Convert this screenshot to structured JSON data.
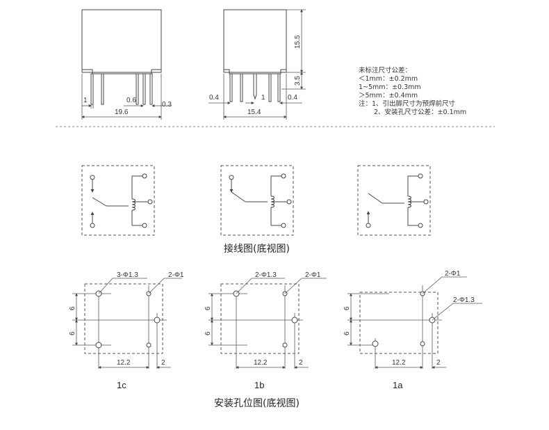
{
  "front_view": {
    "dim_pin_spacing": "1",
    "dim_pin_width": "0.6",
    "dim_pin_thickness": "0.3",
    "dim_length": "19.6"
  },
  "side_view": {
    "dim_body_height": "15.5",
    "dim_pin_length": "3.5",
    "dim_pin_left": "0.4",
    "dim_pin_center": "1",
    "dim_pin_right": "0.4",
    "dim_width": "15.4"
  },
  "tolerance_notes": {
    "title": "未标注尺寸公差：",
    "line1": "＜1mm：±0.2mm",
    "line2": "1~5mm：±0.3mm",
    "line3": "＞5mm：±0.4mm",
    "line4": "注：1、引出脚尺寸为预焊前尺寸",
    "line5": "2、安装孔尺寸公差：±0.1mm"
  },
  "wiring_caption": "接线图(底视图)",
  "mounting_caption": "安装孔位图(底视图)",
  "layouts": [
    {
      "name": "1c",
      "hole_label_a": "3-Φ1.3",
      "hole_label_b": "2-Φ1",
      "dim_v1": "6",
      "dim_v2": "6",
      "dim_h": "12.2",
      "dim_h2": "2"
    },
    {
      "name": "1b",
      "hole_label_a": "2-Φ1.3",
      "hole_label_b": "2-Φ1",
      "dim_v1": "6",
      "dim_v2": "6",
      "dim_h": "12.2",
      "dim_h2": "2"
    },
    {
      "name": "1a",
      "hole_label_a": "2-Φ1",
      "hole_label_b": "2-Φ1.3",
      "dim_v1": "6",
      "dim_v2": "6",
      "dim_h": "12.2",
      "dim_h2": "2"
    }
  ]
}
